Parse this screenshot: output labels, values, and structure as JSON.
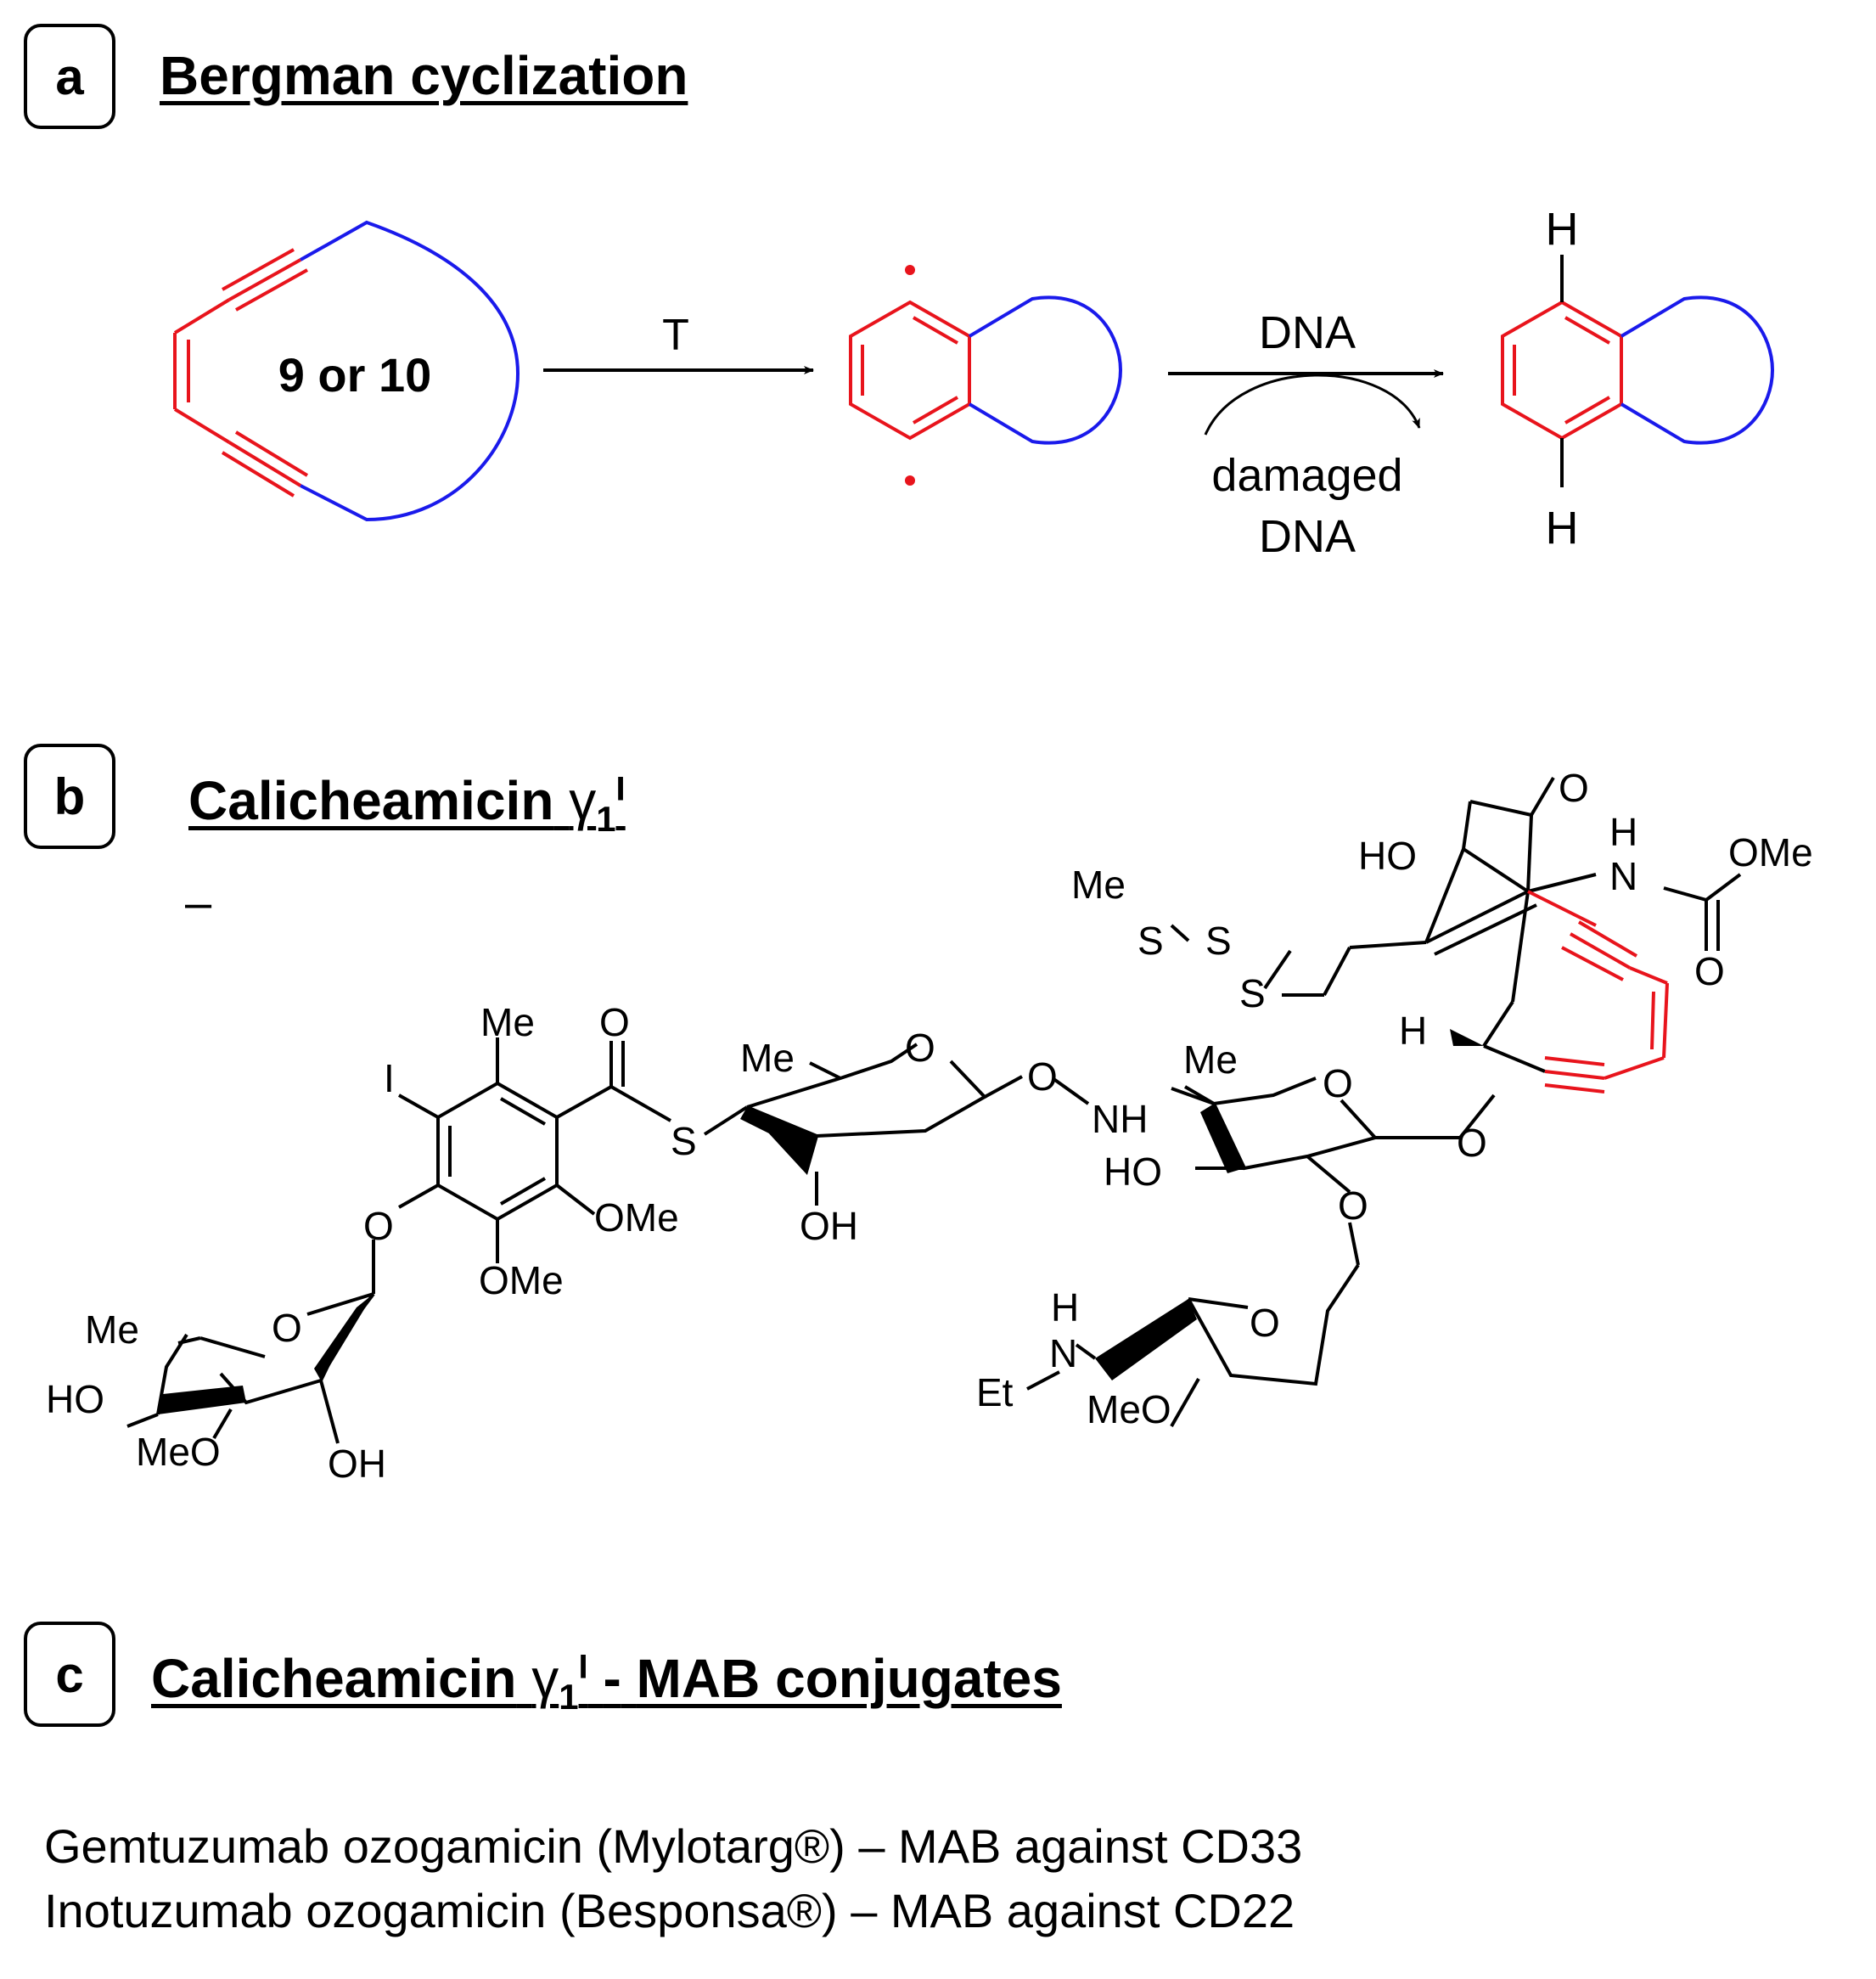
{
  "panel_a": {
    "letter": "a",
    "title": "Bergman cyclization",
    "ring_label": "9 or 10",
    "arrow1_label": "T",
    "arrow2_label_top": "DNA",
    "arrow2_label_bottom_line1": "damaged",
    "arrow2_label_bottom_line2": "DNA",
    "h_label": "H"
  },
  "panel_b": {
    "letter": "b",
    "title": "Calicheamicin",
    "title_gamma": "γ",
    "title_sub": "1",
    "title_sup": "I",
    "dash": "–",
    "atom_labels": {
      "me": "Me",
      "o": "O",
      "s": "S",
      "oh": "OH",
      "ho": "HO",
      "ome": "OMe",
      "meo": "MeO",
      "nh": "NH",
      "h": "H",
      "n": "N",
      "et": "Et",
      "i": "I"
    }
  },
  "panel_c": {
    "letter": "c",
    "title_part1": "Calicheamicin",
    "title_gamma": "γ",
    "title_sub": "1",
    "title_sup": "I",
    "title_dash": "-",
    "title_part2": "MAB conjugates",
    "line1": "Gemtuzumab ozogamicin (Mylotarg®) – MAB against CD33",
    "line2": "Inotuzumab ozogamicin (Besponsa®) – MAB against CD22"
  },
  "colors": {
    "red": "#e8141c",
    "blue": "#1a1aeb",
    "black": "#000000"
  }
}
